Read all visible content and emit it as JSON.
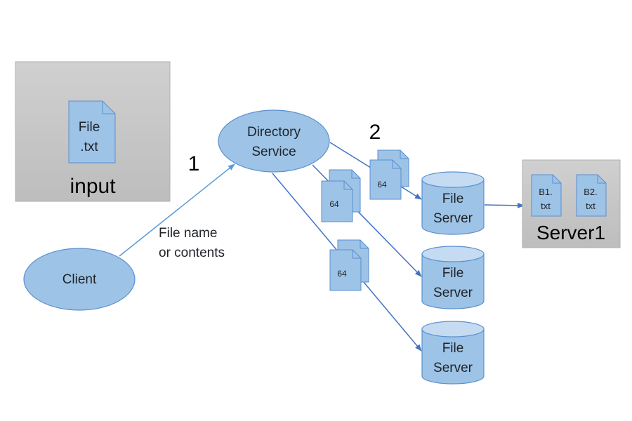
{
  "input_box": {
    "label": "input",
    "file": {
      "line1": "File",
      "line2": ".txt"
    }
  },
  "client": {
    "label": "Client"
  },
  "directory_service": {
    "line1": "Directory",
    "line2": "Service"
  },
  "step1": {
    "label": "1",
    "caption_line1": "File name",
    "caption_line2": "or contents"
  },
  "step2": {
    "label": "2"
  },
  "chunks": [
    {
      "label": "64"
    },
    {
      "label": "64"
    },
    {
      "label": "64"
    }
  ],
  "file_servers": [
    {
      "line1": "File",
      "line2": "Server"
    },
    {
      "line1": "File",
      "line2": "Server"
    },
    {
      "line1": "File",
      "line2": "Server"
    }
  ],
  "server1": {
    "label": "Server1",
    "files": [
      {
        "line1": "B1.",
        "line2": "txt"
      },
      {
        "line1": "B2.",
        "line2": "txt"
      }
    ]
  },
  "colors": {
    "shape_fill": "#9dc3e6",
    "shape_stroke": "#4472c4",
    "arrow": "#4472c4",
    "gray_box": "#c9c9c9",
    "text": "#1f2328"
  }
}
